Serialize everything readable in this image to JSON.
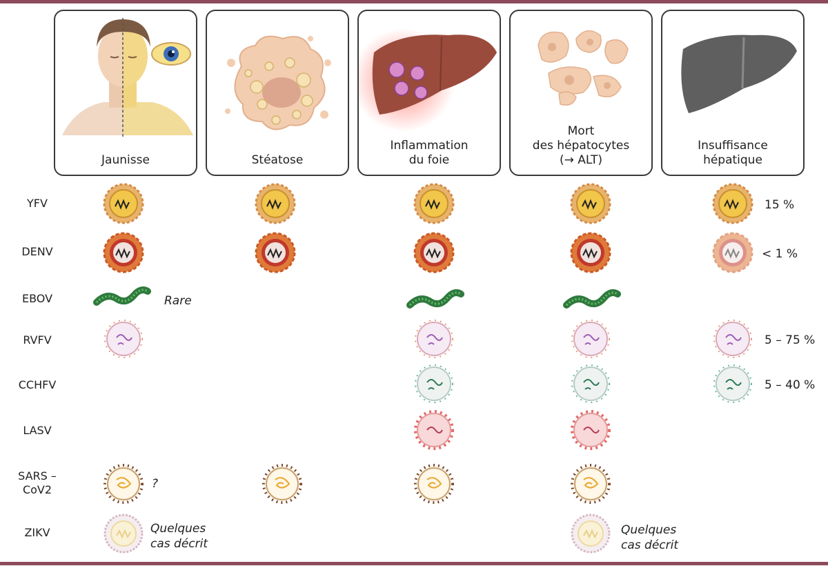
{
  "panels": [
    {
      "id": "jaundice",
      "caption": "Jaunisse"
    },
    {
      "id": "steatosis",
      "caption": "Stéatose"
    },
    {
      "id": "inflammation",
      "caption": "Inflammation\ndu foie"
    },
    {
      "id": "death",
      "caption": "Mort\ndes hépatocytes\n(→ ALT)"
    },
    {
      "id": "failure",
      "caption": "Insuffisance\nhépatique"
    }
  ],
  "rows": [
    {
      "label": "YFV"
    },
    {
      "label": "DENV"
    },
    {
      "label": "EBOV"
    },
    {
      "label": "RVFV"
    },
    {
      "label": "CCHFV"
    },
    {
      "label": "LASV"
    },
    {
      "label": "SARS –\nCoV2"
    },
    {
      "label": "ZIKV"
    }
  ],
  "notes": {
    "yfv_failure": "15 %",
    "denv_failure": "< 1 %",
    "ebov_jaundice": "Rare",
    "rvfv_failure": "5 – 75 %",
    "cchfv_failure": "5 – 40 %",
    "sars_jaundice": "?",
    "zikv_jaundice": "Quelques\ncas décrit",
    "zikv_death": "Quelques\ncas décrit"
  },
  "colors": {
    "rule": "#8c4a5a",
    "yfv": "#f2c64a",
    "denv": "#c0392b",
    "ebov": "#3f8f4f",
    "rvfv": "#b98bd0",
    "cchfv": "#5fb9a2",
    "lasv": "#e46b6b",
    "sars": "#e8c35a",
    "zikv": "#f0e2b0",
    "liver": "#9a4b3c",
    "liver_failed": "#5f5f5f"
  }
}
